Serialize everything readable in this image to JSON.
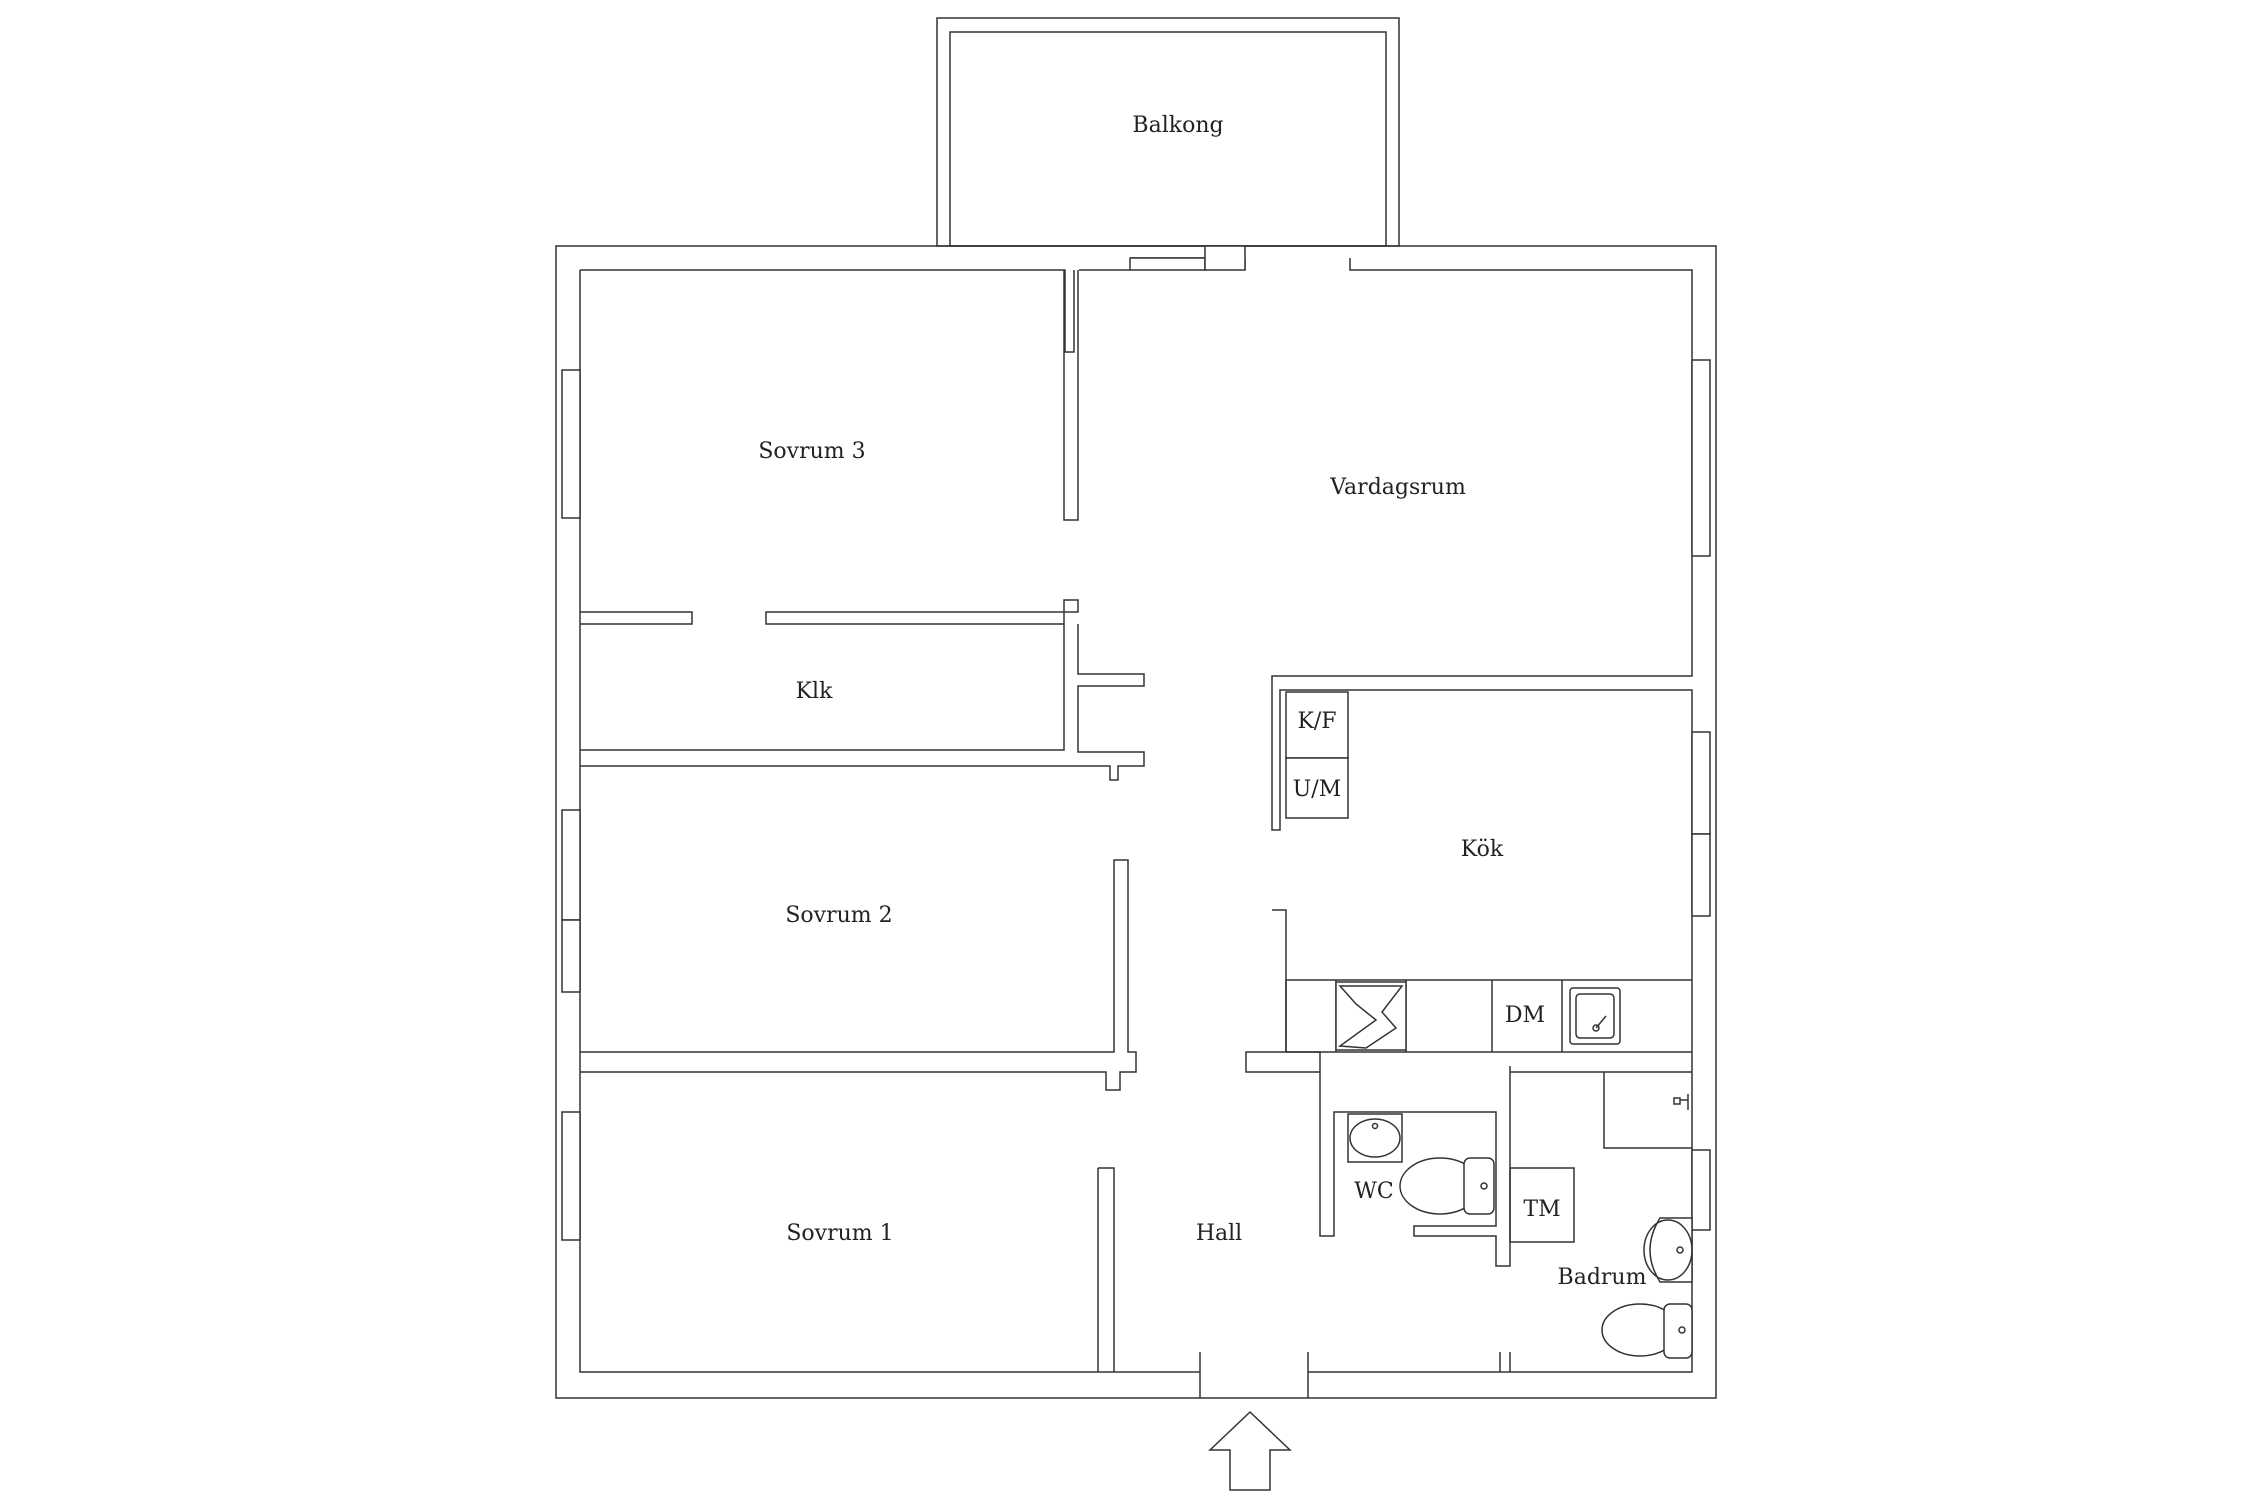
{
  "rooms": {
    "balkong": "Balkong",
    "sovrum3": "Sovrum 3",
    "vardagsrum": "Vardagsrum",
    "klk": "Klk",
    "kf": "K/F",
    "um": "U/M",
    "kok": "Kök",
    "sovrum2": "Sovrum 2",
    "dm": "DM",
    "wc": "WC",
    "tm": "TM",
    "sovrum1": "Sovrum 1",
    "hall": "Hall",
    "badrum": "Badrum"
  },
  "icons": {
    "entrance": "entrance-arrow-icon",
    "stove": "stove-icon",
    "sink": "kitchen-sink-icon",
    "toilet": "toilet-icon",
    "basin": "washbasin-icon",
    "shower": "shower-icon"
  },
  "colors": {
    "line": "#333333",
    "background": "#ffffff"
  }
}
